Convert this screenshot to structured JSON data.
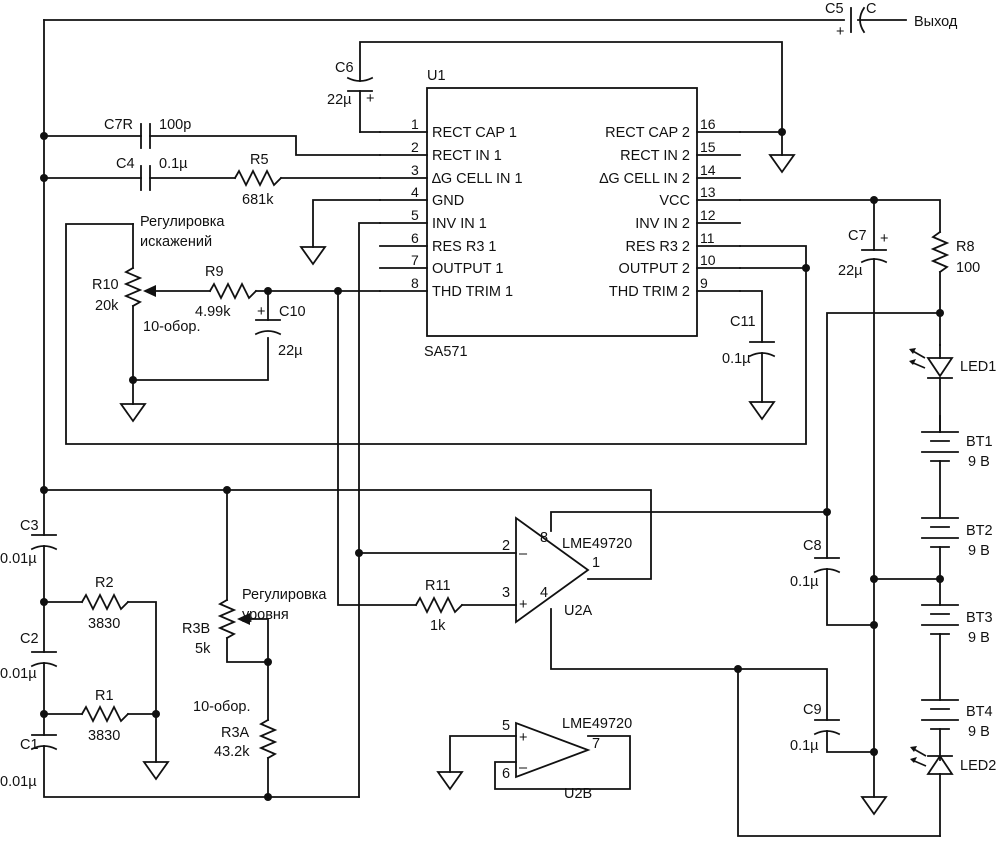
{
  "ic": {
    "ref": "U1",
    "part": "SA571",
    "left_pins": [
      {
        "num": "1",
        "name": "RECT CAP 1"
      },
      {
        "num": "2",
        "name": "RECT IN 1"
      },
      {
        "num": "3",
        "name": "∆G CELL IN 1"
      },
      {
        "num": "4",
        "name": "GND"
      },
      {
        "num": "5",
        "name": "INV IN 1"
      },
      {
        "num": "6",
        "name": "RES R3 1"
      },
      {
        "num": "7",
        "name": "OUTPUT 1"
      },
      {
        "num": "8",
        "name": "THD TRIM 1"
      }
    ],
    "right_pins": [
      {
        "num": "16",
        "name": "RECT CAP 2"
      },
      {
        "num": "15",
        "name": "RECT IN 2"
      },
      {
        "num": "14",
        "name": "∆G CELL IN 2"
      },
      {
        "num": "13",
        "name": "VCC"
      },
      {
        "num": "12",
        "name": "INV IN 2"
      },
      {
        "num": "11",
        "name": "RES R3 2"
      },
      {
        "num": "10",
        "name": "OUTPUT 2"
      },
      {
        "num": "9",
        "name": "THD TRIM 2"
      }
    ]
  },
  "opamp_a": {
    "part": "LME49720",
    "ref": "U2A",
    "pin_minus": "2",
    "pin_plus": "3",
    "pin_vplus": "8",
    "pin_vminus": "4",
    "pin_out": "1",
    "minus_sign": "–",
    "plus_sign": "+"
  },
  "opamp_b": {
    "part": "LME49720",
    "ref": "U2B",
    "pin_plus": "5",
    "pin_minus": "6",
    "pin_out": "7",
    "minus_sign": "–",
    "plus_sign": "+"
  },
  "components": {
    "c5": {
      "ref": "C5",
      "value": "C",
      "plus": "+"
    },
    "output_label": "Выход",
    "c6": {
      "ref": "C6",
      "value": "22µ",
      "plus": "+"
    },
    "c7r": {
      "ref": "C7R",
      "value": "100p"
    },
    "c4": {
      "ref": "C4",
      "value": "0.1µ"
    },
    "r5": {
      "ref": "R5",
      "value": "681k"
    },
    "distortion_label": [
      "Регулировка",
      "искажений"
    ],
    "r10": {
      "ref": "R10",
      "value": "20k",
      "note": "10-обор."
    },
    "r9": {
      "ref": "R9",
      "value": "4.99k"
    },
    "c10": {
      "ref": "C10",
      "value": "22µ",
      "plus": "+"
    },
    "c11": {
      "ref": "C11",
      "value": "0.1µ"
    },
    "c7": {
      "ref": "C7",
      "value": "22µ",
      "plus": "+"
    },
    "r8": {
      "ref": "R8",
      "value": "100"
    },
    "led1": {
      "ref": "LED1"
    },
    "bt1": {
      "ref": "BT1",
      "value": "9 В"
    },
    "bt2": {
      "ref": "BT2",
      "value": "9 В"
    },
    "bt3": {
      "ref": "BT3",
      "value": "9 В"
    },
    "bt4": {
      "ref": "BT4",
      "value": "9 В"
    },
    "led2": {
      "ref": "LED2"
    },
    "c8": {
      "ref": "C8",
      "value": "0.1µ"
    },
    "c9": {
      "ref": "C9",
      "value": "0.1µ"
    },
    "c3": {
      "ref": "C3",
      "value": "0.01µ"
    },
    "c2": {
      "ref": "C2",
      "value": "0.01µ"
    },
    "c1": {
      "ref": "C1",
      "value": "0.01µ"
    },
    "r2": {
      "ref": "R2",
      "value": "3830"
    },
    "r1": {
      "ref": "R1",
      "value": "3830"
    },
    "level_label": [
      "Регулировка",
      "уровня"
    ],
    "r3b": {
      "ref": "R3B",
      "value": "5k",
      "note": "10-обор."
    },
    "r3a": {
      "ref": "R3A",
      "value": "43.2k"
    },
    "r11": {
      "ref": "R11",
      "value": "1k"
    }
  }
}
